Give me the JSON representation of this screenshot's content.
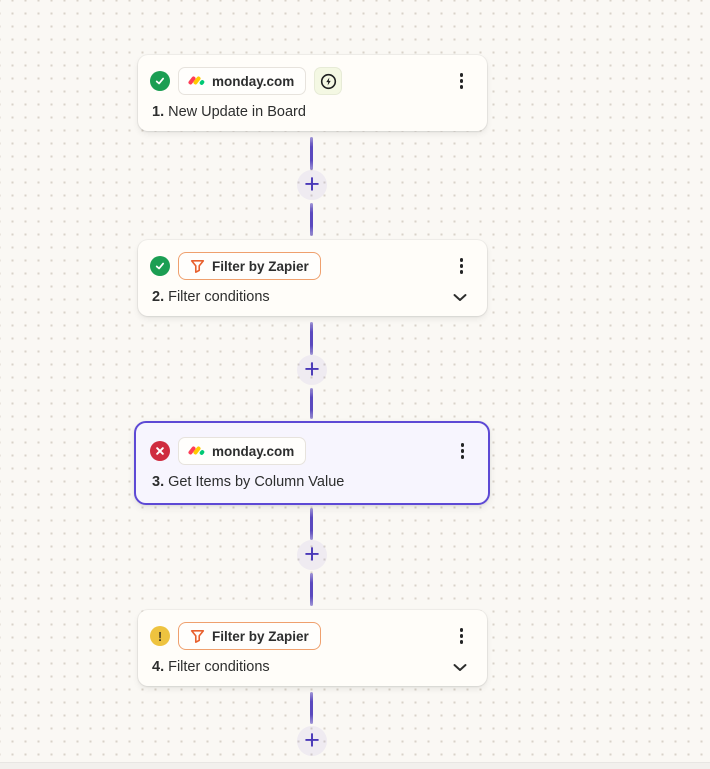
{
  "workflow": {
    "steps": [
      {
        "number": "1.",
        "title": "New Update in Board",
        "app_label": "monday.com",
        "status": "success",
        "instant": true,
        "expandable": false,
        "selected": false
      },
      {
        "number": "2.",
        "title": "Filter conditions",
        "app_label": "Filter by Zapier",
        "status": "success",
        "instant": false,
        "expandable": true,
        "selected": false
      },
      {
        "number": "3.",
        "title": "Get Items by Column Value",
        "app_label": "monday.com",
        "status": "error",
        "instant": false,
        "expandable": false,
        "selected": true
      },
      {
        "number": "4.",
        "title": "Filter conditions",
        "app_label": "Filter by Zapier",
        "status": "warning",
        "instant": false,
        "expandable": true,
        "selected": false
      }
    ],
    "add_step_label": "+",
    "warning_glyph": "!"
  },
  "icons": {
    "success": "check-circle-icon",
    "error": "x-circle-icon",
    "warning": "exclamation-circle-icon",
    "monday_app": "monday-logo-icon",
    "filter_app": "filter-funnel-icon",
    "instant_trigger": "lightning-bolt-icon",
    "menu": "kebab-menu-icon",
    "expand": "chevron-down-icon",
    "add": "plus-icon"
  },
  "colors": {
    "page_bg": "#faf8f4",
    "dot_grid": "#d8d2c9",
    "card_bg": "#fffdf9",
    "selected_card_bg": "#f7f5fe",
    "selected_border": "#5d49d5",
    "connector": "#5a49be",
    "plus": "#4a39b8",
    "success": "#1b9e53",
    "error": "#cf2c3f",
    "warning": "#eec33f",
    "filter_orange": "#e8602e",
    "filter_badge_border": "#efa06e",
    "badge_border": "#e7e3dd",
    "text": "#2d2e2e"
  }
}
